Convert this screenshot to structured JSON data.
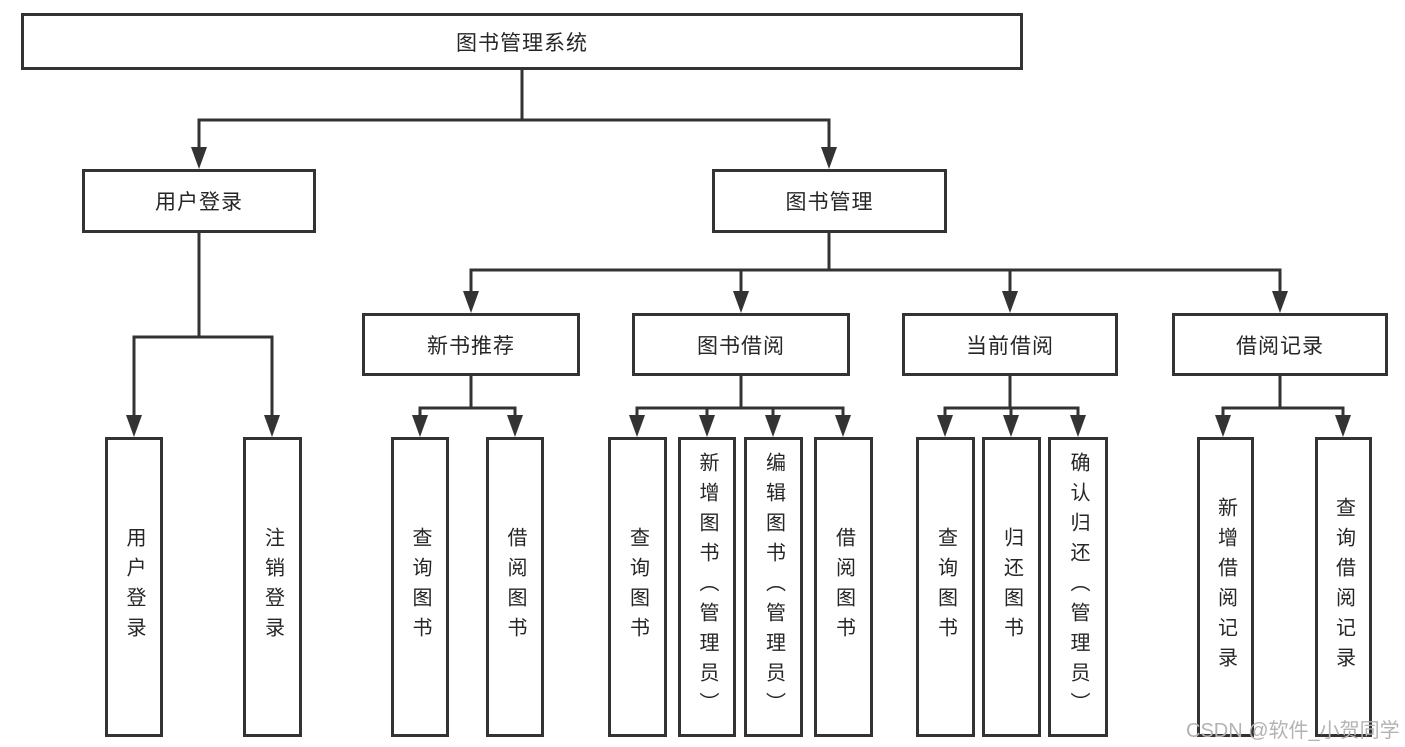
{
  "diagram": {
    "title": "图书管理系统",
    "level2": [
      {
        "label": "用户登录"
      },
      {
        "label": "图书管理"
      }
    ],
    "level3": [
      {
        "label": "新书推荐"
      },
      {
        "label": "图书借阅"
      },
      {
        "label": "当前借阅"
      },
      {
        "label": "借阅记录"
      }
    ],
    "leaves": {
      "user_login": [
        {
          "label": "用户登录"
        },
        {
          "label": "注销登录"
        }
      ],
      "new_books": [
        {
          "label": "查询图书"
        },
        {
          "label": "借阅图书"
        }
      ],
      "book_borrow": [
        {
          "label": "查询图书"
        },
        {
          "label": "新增图书（管理员）"
        },
        {
          "label": "编辑图书（管理员）"
        },
        {
          "label": "借阅图书"
        }
      ],
      "current_borrow": [
        {
          "label": "查询图书"
        },
        {
          "label": "归还图书"
        },
        {
          "label": "确认归还（管理员）"
        }
      ],
      "borrow_records": [
        {
          "label": "新增借阅记录"
        },
        {
          "label": "查询借阅记录"
        }
      ]
    },
    "watermark": "CSDN @软件_小贺同学",
    "colors": {
      "line": "#333333",
      "text": "#262626",
      "watermark": "#b3b3b3",
      "background": "#ffffff"
    }
  }
}
